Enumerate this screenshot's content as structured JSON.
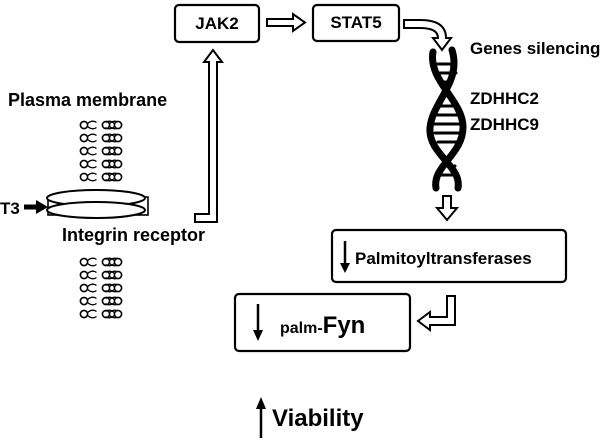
{
  "diagram": {
    "nodes": {
      "jak2": "JAK2",
      "stat5": "STAT5",
      "palmitoyltransferases": "Palmitoyltransferases",
      "palm_fyn_prefix": "palm-",
      "palm_fyn_main": "Fyn"
    },
    "labels": {
      "plasma_membrane": "Plasma membrane",
      "t3": "T3",
      "integrin_receptor": "Integrin receptor",
      "genes_silencing": "Genes silencing",
      "zdhhc2": "ZDHHC2",
      "zdhhc9": "ZDHHC9",
      "viability": "Viability"
    },
    "indicators": {
      "palmitoyltransferases": "down",
      "palm_fyn": "down",
      "viability": "up"
    },
    "icons": [
      "lipid-bilayer-icon",
      "integrin-receptor-icon",
      "dna-helix-icon",
      "hollow-arrow-icon",
      "solid-arrow-icon"
    ]
  }
}
